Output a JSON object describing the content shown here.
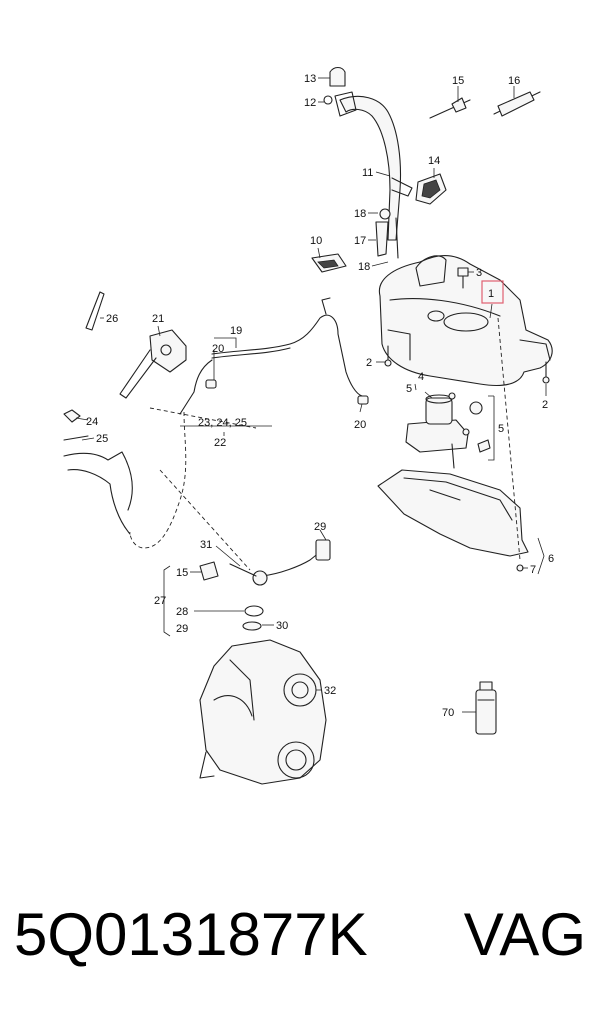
{
  "callouts": {
    "c1": "1",
    "c2a": "2",
    "c2b": "2",
    "c3": "3",
    "c4": "4",
    "c5a": "5",
    "c5b": "5",
    "c6": "6",
    "c7": "7",
    "c10": "10",
    "c11": "11",
    "c12": "12",
    "c13": "13",
    "c14": "14",
    "c15": "15",
    "c15b": "15",
    "c16": "16",
    "c17": "17",
    "c18a": "18",
    "c18b": "18",
    "c19": "19",
    "c20a": "20",
    "c20b": "20",
    "c21": "21",
    "c23": "23, 24, 25",
    "c22": "22",
    "c24": "24",
    "c25": "25",
    "c26": "26",
    "c27": "27",
    "c28": "28",
    "c29a": "29",
    "c29b": "29",
    "c30": "30",
    "c31": "31",
    "c32": "32",
    "c70": "70"
  },
  "footer": {
    "part_number": "5Q0131877K",
    "brand": "VAG"
  },
  "colors": {
    "highlight": "#e06070",
    "line": "#222222"
  }
}
